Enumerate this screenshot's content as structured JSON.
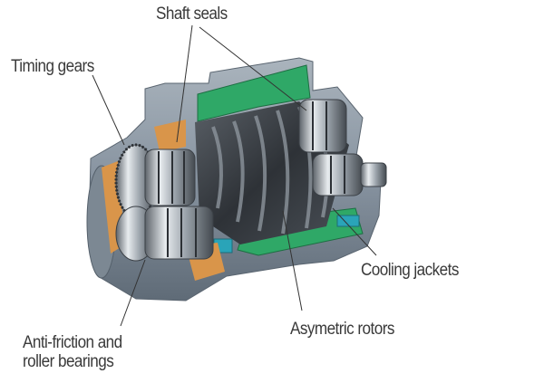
{
  "labels": {
    "shaft_seals": "Shaft seals",
    "timing_gears": "Timing gears",
    "cooling_jackets": "Cooling jackets",
    "asymetric_rotors": "Asymetric rotors",
    "bearings_line1": "Anti-friction and",
    "bearings_line2": "roller bearings"
  },
  "colors": {
    "housing": "#8d99a5",
    "cooling_jacket": "#2fa867",
    "oil_channel": "#d9954a",
    "water_channel": "#2aa4b8",
    "rotor": "#3b4046"
  }
}
